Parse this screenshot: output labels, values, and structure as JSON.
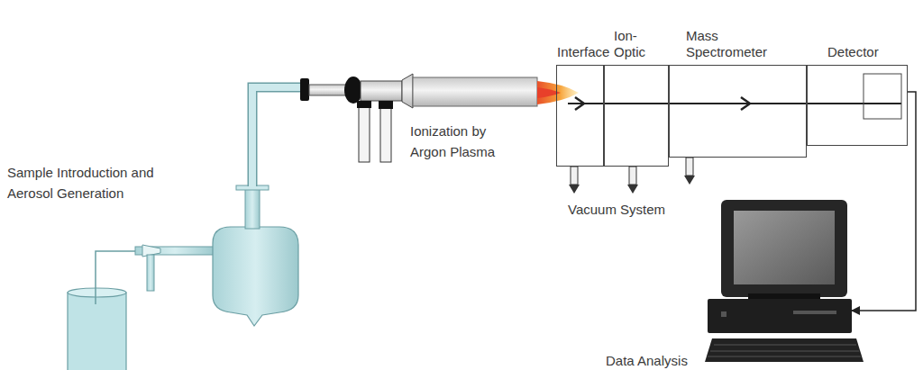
{
  "diagram": {
    "nodes": [
      {
        "text": [
          "Interface"
        ]
      },
      {
        "text": [
          "Ion-Optic"
        ]
      },
      {
        "text": [
          "Mass Spectrometer"
        ]
      },
      {
        "text": [
          "Detector"
        ]
      },
      {
        "text": [
          "Data Analysis"
        ]
      }
    ],
    "edges": [
      {
        "from": 3,
        "to": 4,
        "arrow": "to"
      }
    ],
    "labels": [
      "Sample Introduction and Aerosol Generation",
      "Ionization by Argon Plasma",
      "Vacuum System"
    ]
  }
}
